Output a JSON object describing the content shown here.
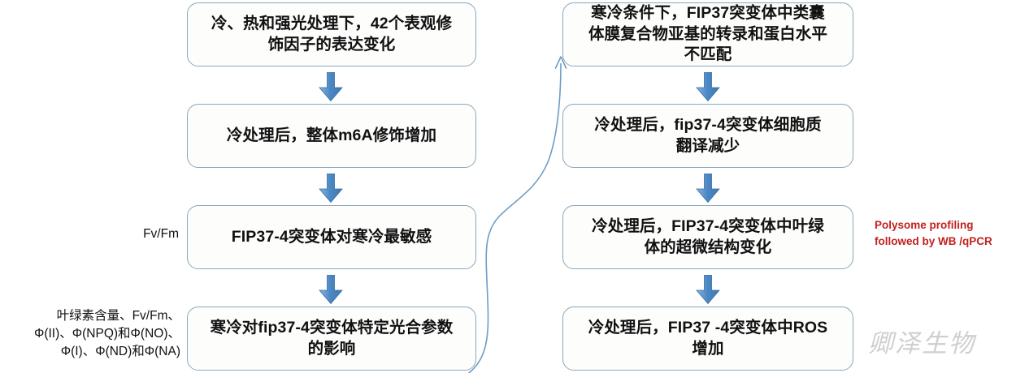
{
  "diagram": {
    "title_watermark": "卿泽生物",
    "accent_box_border": "#8aa7bd",
    "accent_arrow": "#4a87c4",
    "accent_note": "#c0211f",
    "left_column": [
      {
        "id": "box-l1",
        "text": "冷、热和强光处理下，42个表观修\n饰因子的表达变化"
      },
      {
        "id": "box-l2",
        "text": "冷处理后，整体m6A修饰增加"
      },
      {
        "id": "box-l3",
        "text": "FIP37-4突变体对寒冷最敏感"
      },
      {
        "id": "box-l4",
        "text": "寒冷对fip37-4突变体特定光合参数\n的影响"
      }
    ],
    "right_column": [
      {
        "id": "box-r1",
        "text": "寒冷条件下，FIP37突变体中类囊\n体膜复合物亚基的转录和蛋白水平\n不匹配"
      },
      {
        "id": "box-r2",
        "text": "冷处理后，fip37-4突变体细胞质\n翻译减少"
      },
      {
        "id": "box-r3",
        "text": "冷处理后，FIP37-4突变体中叶绿\n体的超微结构变化"
      },
      {
        "id": "box-r4",
        "text": "冷处理后，FIP37 -4突变体中ROS\n增加"
      }
    ],
    "annotations": {
      "fvfm": "Fv/Fm",
      "photo_params": "叶绿素含量、Fv/Fm、\nΦ(II)、Φ(NPQ)和Φ(NO)、\nΦ(I)、Φ(ND)和Φ(NA)",
      "method_note": "Polysome profiling\nfollowed by WB /qPCR"
    }
  }
}
